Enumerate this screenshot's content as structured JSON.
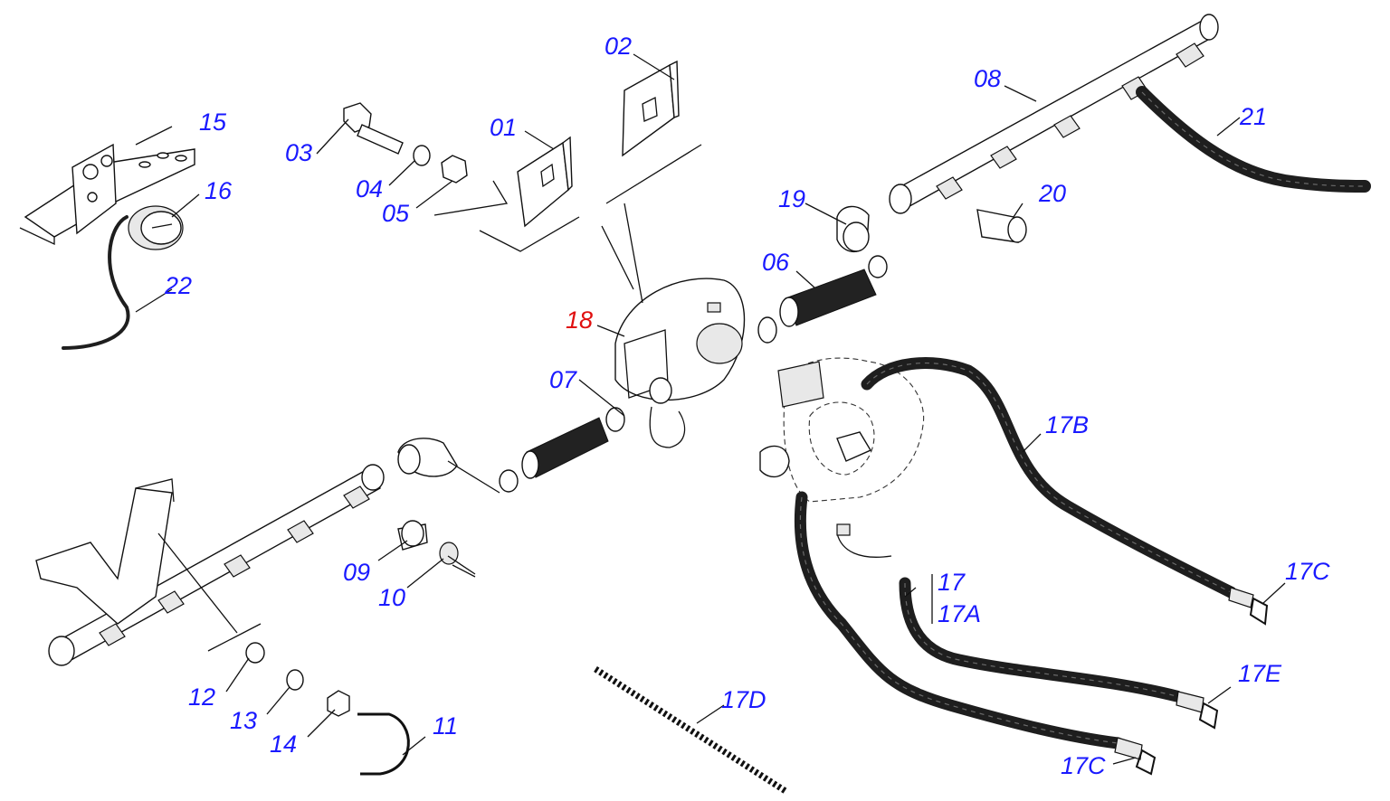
{
  "diagram": {
    "callouts": [
      {
        "id": "01",
        "label": "01",
        "highlight": false
      },
      {
        "id": "02",
        "label": "02",
        "highlight": false
      },
      {
        "id": "03",
        "label": "03",
        "highlight": false
      },
      {
        "id": "04",
        "label": "04",
        "highlight": false
      },
      {
        "id": "05",
        "label": "05",
        "highlight": false
      },
      {
        "id": "06",
        "label": "06",
        "highlight": false
      },
      {
        "id": "07",
        "label": "07",
        "highlight": false
      },
      {
        "id": "08",
        "label": "08",
        "highlight": false
      },
      {
        "id": "09",
        "label": "09",
        "highlight": false
      },
      {
        "id": "10",
        "label": "10",
        "highlight": false
      },
      {
        "id": "11",
        "label": "11",
        "highlight": false
      },
      {
        "id": "12",
        "label": "12",
        "highlight": false
      },
      {
        "id": "13",
        "label": "13",
        "highlight": false
      },
      {
        "id": "14",
        "label": "14",
        "highlight": false
      },
      {
        "id": "15",
        "label": "15",
        "highlight": false
      },
      {
        "id": "16",
        "label": "16",
        "highlight": false
      },
      {
        "id": "17",
        "label": "17",
        "highlight": false
      },
      {
        "id": "17A",
        "label": "17A",
        "highlight": false
      },
      {
        "id": "17B",
        "label": "17B",
        "highlight": false
      },
      {
        "id": "17C-upper",
        "label": "17C",
        "highlight": false
      },
      {
        "id": "17C-lower",
        "label": "17C",
        "highlight": false
      },
      {
        "id": "17D",
        "label": "17D",
        "highlight": false
      },
      {
        "id": "17E",
        "label": "17E",
        "highlight": false
      },
      {
        "id": "18",
        "label": "18",
        "highlight": true
      },
      {
        "id": "19",
        "label": "19",
        "highlight": false
      },
      {
        "id": "20",
        "label": "20",
        "highlight": false
      },
      {
        "id": "21",
        "label": "21",
        "highlight": false
      },
      {
        "id": "22",
        "label": "22",
        "highlight": false
      }
    ],
    "colors": {
      "callout": "#1a1aff",
      "highlight": "#e01010",
      "linework": "#111111",
      "hose": "#1e1e1e"
    }
  }
}
